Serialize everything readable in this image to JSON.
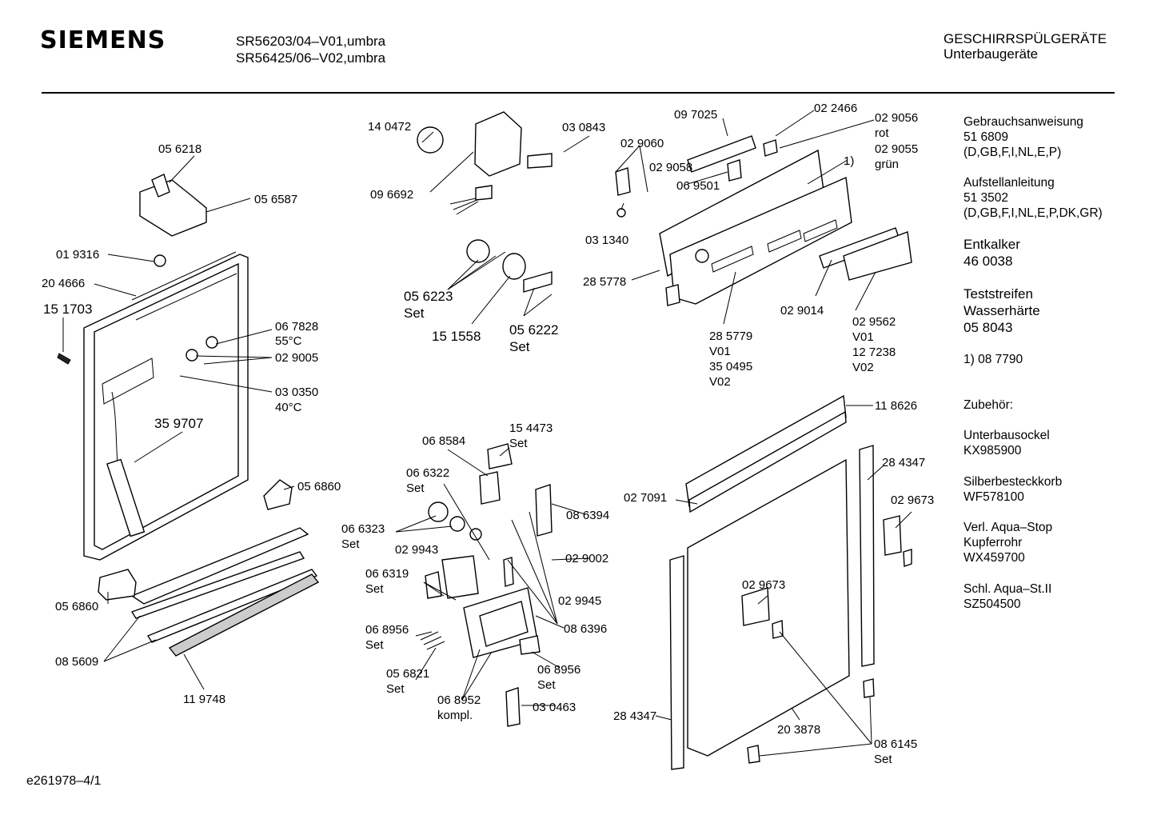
{
  "header": {
    "brand": "SIEMENS",
    "model_line_1": "SR56203/04–V01,umbra",
    "model_line_2": "SR56425/06–V02,umbra",
    "category_line_1": "GESCHIRRSPÜLGERÄTE",
    "category_line_2": "Unterbaugeräte"
  },
  "footer": {
    "drawing_id": "e261978–4/1"
  },
  "part_labels": [
    "05 6218",
    "05 6587",
    "01 9316",
    "20 4666",
    "15 1703",
    "06 7828",
    "55°C",
    "02 9005",
    "03 0350",
    "40°C",
    "35 9707",
    "05 6860",
    "05 6860",
    "08 5609",
    "11 9748",
    "14 0472",
    "09 6692",
    "03 0843",
    "05 6223",
    "Set",
    "15 1558",
    "05 6222",
    "Set",
    "02 9060",
    "02 9058",
    "06 9501",
    "03 1340",
    "28 5778",
    "09 7025",
    "02 2466",
    "02 9056",
    "rot",
    "02 9055",
    "grün",
    "1)",
    "02 9014",
    "02 9562",
    "V01",
    "12 7238",
    "V02",
    "28 5779",
    "V01",
    "35 0495",
    "V02",
    "06 8584",
    "15 4473",
    "Set",
    "06 6322",
    "Set",
    "08 6394",
    "06 6323",
    "Set",
    "02 9943",
    "02 9002",
    "06 6319",
    "Set",
    "02 9945",
    "06 8956",
    "Set",
    "08 6396",
    "05 6821",
    "Set",
    "06 8956",
    "Set",
    "06 8952",
    "kompl.",
    "03 0463",
    "11 8626",
    "28 4347",
    "02 7091",
    "02 9673",
    "02 9673",
    "20 3878",
    "28 4347",
    "08 6145",
    "Set"
  ],
  "sidebar": {
    "manual_title": "Gebrauchsanweisung",
    "manual_number": "51 6809",
    "manual_langs": "(D,GB,F,I,NL,E,P)",
    "install_title": "Aufstellanleitung",
    "install_number": "51 3502",
    "install_langs": "(D,GB,F,I,NL,E,P,DK,GR)",
    "descaler_title": "Entkalker",
    "descaler_number": "46 0038",
    "strips_title_1": "Teststreifen",
    "strips_title_2": "Wasserhärte",
    "strips_number": "05 8043",
    "note": "1)  08 7790",
    "accessories_title": "Zubehör:",
    "acc1_name": "Unterbausockel",
    "acc1_code": "KX985900",
    "acc2_name": "Silberbesteckkorb",
    "acc2_code": "WF578100",
    "acc3_name_1": "Verl. Aqua–Stop",
    "acc3_name_2": "Kupferrohr",
    "acc3_code": "WX459700",
    "acc4_name": "Schl. Aqua–St.II",
    "acc4_code": "SZ504500"
  }
}
